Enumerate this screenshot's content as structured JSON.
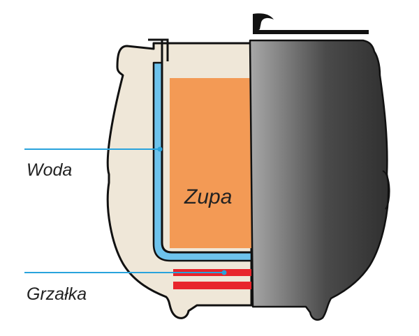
{
  "labels": {
    "water": "Woda",
    "heater": "Grzałka",
    "soup": "Zupa"
  },
  "colors": {
    "housing": "#efe7d8",
    "water": "#6ec3ec",
    "soup": "#f39a55",
    "heater": "#e8252c",
    "steel_dark": "#3a3a3a",
    "steel_light": "#a8a8a8",
    "leader": "#29a3dc",
    "outline": "#111111"
  }
}
